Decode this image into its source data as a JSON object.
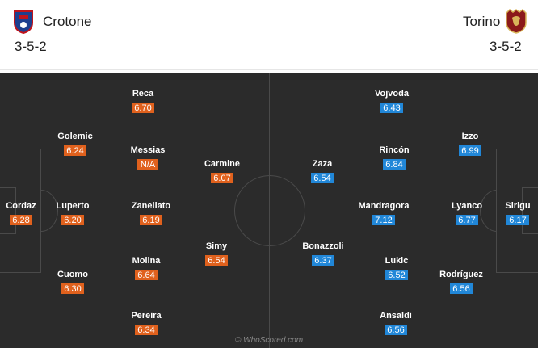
{
  "home": {
    "name": "Crotone",
    "formation": "3-5-2",
    "crest_icon": "crotone-crest-icon",
    "rating_color": "#e0611d",
    "players": [
      {
        "name": "Cordaz",
        "rating": "6.28"
      },
      {
        "name": "Golemic",
        "rating": "6.24"
      },
      {
        "name": "Luperto",
        "rating": "6.20"
      },
      {
        "name": "Cuomo",
        "rating": "6.30"
      },
      {
        "name": "Reca",
        "rating": "6.70"
      },
      {
        "name": "Messias",
        "rating": "N/A"
      },
      {
        "name": "Zanellato",
        "rating": "6.19"
      },
      {
        "name": "Molina",
        "rating": "6.64"
      },
      {
        "name": "Pereira",
        "rating": "6.34"
      },
      {
        "name": "Carmine",
        "rating": "6.07"
      },
      {
        "name": "Simy",
        "rating": "6.54"
      }
    ]
  },
  "away": {
    "name": "Torino",
    "formation": "3-5-2",
    "crest_icon": "torino-crest-icon",
    "rating_color": "#2187d8",
    "players": [
      {
        "name": "Sirigu",
        "rating": "6.17"
      },
      {
        "name": "Izzo",
        "rating": "6.99"
      },
      {
        "name": "Lyanco",
        "rating": "6.77"
      },
      {
        "name": "Rodríguez",
        "rating": "6.56"
      },
      {
        "name": "Vojvoda",
        "rating": "6.43"
      },
      {
        "name": "Rincón",
        "rating": "6.84"
      },
      {
        "name": "Mandragora",
        "rating": "7.12"
      },
      {
        "name": "Lukic",
        "rating": "6.52"
      },
      {
        "name": "Ansaldi",
        "rating": "6.56"
      },
      {
        "name": "Zaza",
        "rating": "6.54"
      },
      {
        "name": "Bonazzoli",
        "rating": "6.37"
      }
    ]
  },
  "watermark": "© WhoScored.com"
}
